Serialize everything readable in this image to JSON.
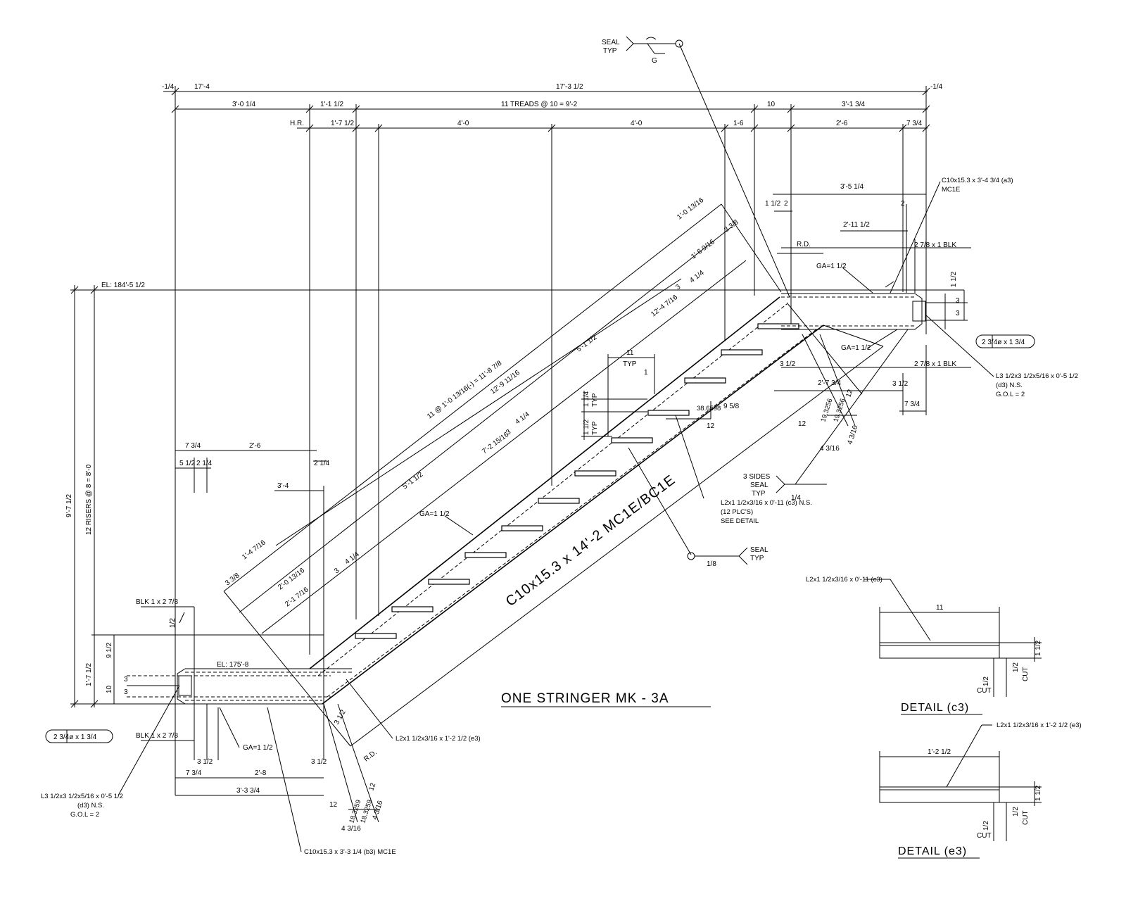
{
  "drawing": {
    "title": "ONE STRINGER MK - 3A",
    "stringer_label": "C10x15.3 x 14'-2 MC1E/BC1E"
  },
  "top_dims": {
    "left_tick": "-1/4",
    "right_tick": "-1/4",
    "d17_4": "17'-4",
    "d17_3": "17'-3 1/2",
    "d3_0": "3'-0 1/4",
    "d1_1": "1'-1 1/2",
    "treads": "11 TREADS @ 10 = 9'-2",
    "d10": "10",
    "d3_1": "3'-1 3/4",
    "hr": "H.R.",
    "d1_7": "1'-7 1/2",
    "d4_0a": "4'-0",
    "d4_0b": "4'-0",
    "d1_6": "1-6",
    "d2_6": "2'-6",
    "d7_3": "7 3/4"
  },
  "right_end": {
    "seal": "SEAL",
    "typ": "TYP",
    "g": "G",
    "channel": "C10x15.3 x 3'-4 3/4 (a3)",
    "channel_mark": "MC1E",
    "d3_5": "3'-5 1/4",
    "d1_5": "1 1/2",
    "d2a": "2",
    "d2b": "2",
    "d2_11": "2'-11 1/2",
    "rd": "R.D.",
    "blk_top": "2 7/8 x 1 BLK",
    "blk_bot": "2 7/8 x 1 BLK",
    "ga_top": "GA=1 1/2",
    "ga_bot": "GA=1 1/2",
    "d1_2": "1 1/2",
    "d3a": "3",
    "d3b": "3",
    "bolt": "2  3/4ø x 1 3/4",
    "angle": "L3 1/2x3 1/2x5/16 x 0'-5 1/2",
    "angle_mark": "(d3) N.S.",
    "gol": "G.O.L = 2",
    "d3_1b": "3 1/2",
    "d2_7": "2'-7 3/4",
    "d3_1c": "3 1/2",
    "d7_3b": "7 3/4",
    "slope_a": "19.3256",
    "slope_b": "19.3256",
    "slope_c": "12",
    "slope_d": "12",
    "slope_e": "4 3/16",
    "slope_f": "4 3/16"
  },
  "stringer_dims": {
    "d11": "11 @ 1'-0 13/16(-) = 11'-8 7/8",
    "d12_9": "12'-9 11/16",
    "d1_0": "1'-0 13/16",
    "d1_6b": "1'-6 9/16",
    "d3_3": "3 3/8",
    "d12_4": "12'-4 7/16",
    "d3c": "3",
    "d4_1": "4 1/4",
    "d5_1a": "5'-1 1/2",
    "d5_1b": "5'-1 1/2",
    "d11_typ": "11",
    "typ1": "TYP",
    "d1a": "1",
    "d1_1typ": "1 1/4",
    "typ2": "TYP",
    "d1_1typb": "1 1/2",
    "typ3": "TYP",
    "angle_slope": "38.6598",
    "d9_5": "9 5/8",
    "d12b": "12",
    "d7_2": "7'-2 15/16",
    "d3d": "3",
    "d4_1b": "4 1/4",
    "ga_mid": "GA=1 1/2",
    "d1_4": "1'-4 7/16",
    "d2_0": "2'-0 13/16",
    "d2_1": "2'-1 7/16",
    "d3e": "3",
    "d4_1c": "4 1/4",
    "d3_3b": "3 3/8"
  },
  "weld_notes": {
    "sides": "3 SIDES",
    "seal": "SEAL",
    "typ": "TYP",
    "quarter": "1/4",
    "l2": "L2x1 1/2x3/16 x 0'-11 (c3) N.S.",
    "plcs": "(12 PLC'S)",
    "see": "SEE DETAIL",
    "seal2": "SEAL",
    "typ2": "TYP",
    "eighth": "1/8"
  },
  "left_end": {
    "el_top": "EL: 184'-5 1/2",
    "d9_7": "9'-7 1/2",
    "risers": "12 RISERS @ 8 = 8'-0",
    "d7_3": "7 3/4",
    "d2_6": "2'-6",
    "d5_1": "5 1/2",
    "d2_1": "2 1/4",
    "d2_1b": "2 1/4",
    "d3_4": "3'-4",
    "blk_top": "BLK 1 x 2 7/8",
    "d1_2": "1/2",
    "d9_1": "9 1/2",
    "d1_7": "1'-7 1/2",
    "el_bot": "EL: 175'-8",
    "d10": "10",
    "d3a": "3",
    "d3b": "3",
    "bolt": "2  3/4ø x 1 3/4",
    "blk_bot": "BLK 1 x 2 7/8",
    "ga": "GA=1 1/2",
    "d3_1a": "3 1/2",
    "d3_1b": "3 1/2",
    "d7_3b": "7 3/4",
    "d2_8": "2'-8",
    "d3_3": "3'-3 3/4",
    "angle": "L3 1/2x3 1/2x5/16 x 0'-5 1/2",
    "angle_mark": "(d3) N.S.",
    "gol": "G.O.L = 2",
    "channel": "C10x15.3 x 3'-3 1/4 (b3) MC1E",
    "l2_e3": "L2x1 1/2x3/16 x 1'-2 1/2 (e3)",
    "rd": "R.D.",
    "d3_2": "3 1/2",
    "d12": "12",
    "slope_a": "18.3259",
    "slope_b": "18.3259",
    "d12b": "12",
    "d4_3": "4 3/16",
    "d4_3b": "4 3/16"
  },
  "detail_c3": {
    "part": "L2x1 1/2x3/16 x 0'-11 (c3)",
    "length": "11",
    "h1": "1 1/2",
    "cut": "CUT",
    "h2": "1/2",
    "cut2": "CUT",
    "h3": "1/2",
    "title": "DETAIL (c3)"
  },
  "detail_e3": {
    "part": "L2x1 1/2x3/16 x 1'-2 1/2 (e3)",
    "length": "1'-2 1/2",
    "h1": "1 1/2",
    "cut": "CUT",
    "h2": "1/2",
    "cut2": "CUT",
    "h3": "1/2",
    "title": "DETAIL (e3)"
  }
}
